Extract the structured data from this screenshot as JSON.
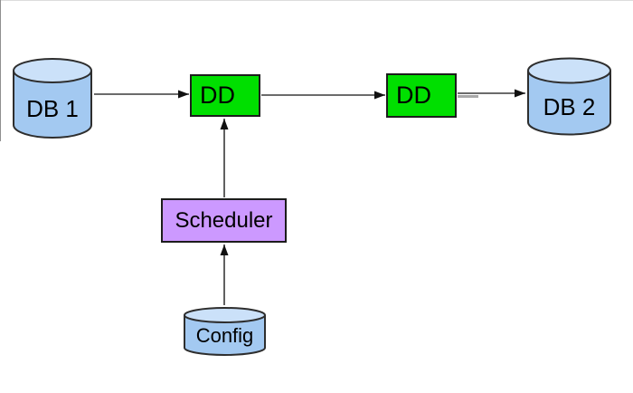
{
  "diagram": {
    "background_color": "#ffffff",
    "stroke_color": "#2e2e2e",
    "nodes": {
      "db1": {
        "label": "DB 1",
        "type": "cylinder",
        "fill": "#a3c9f1",
        "fill_top": "#cbe1f9"
      },
      "dd1": {
        "label": "DD",
        "type": "box",
        "fill": "#00df00"
      },
      "dd2": {
        "label": "DD",
        "type": "box",
        "fill": "#00df00"
      },
      "db2": {
        "label": "DB 2",
        "type": "cylinder",
        "fill": "#a3c9f1",
        "fill_top": "#cbe1f9"
      },
      "scheduler": {
        "label": "Scheduler",
        "type": "box",
        "fill": "#cc99ff"
      },
      "config": {
        "label": "Config",
        "type": "cylinder",
        "fill": "#a3c9f1",
        "fill_top": "#cbe1f9"
      }
    },
    "edges": [
      {
        "from": "db1",
        "to": "dd1",
        "direction": "right"
      },
      {
        "from": "dd1",
        "to": "dd2",
        "direction": "right"
      },
      {
        "from": "dd2",
        "to": "db2",
        "direction": "right"
      },
      {
        "from": "scheduler",
        "to": "dd1",
        "direction": "up"
      },
      {
        "from": "config",
        "to": "scheduler",
        "direction": "up"
      }
    ]
  }
}
